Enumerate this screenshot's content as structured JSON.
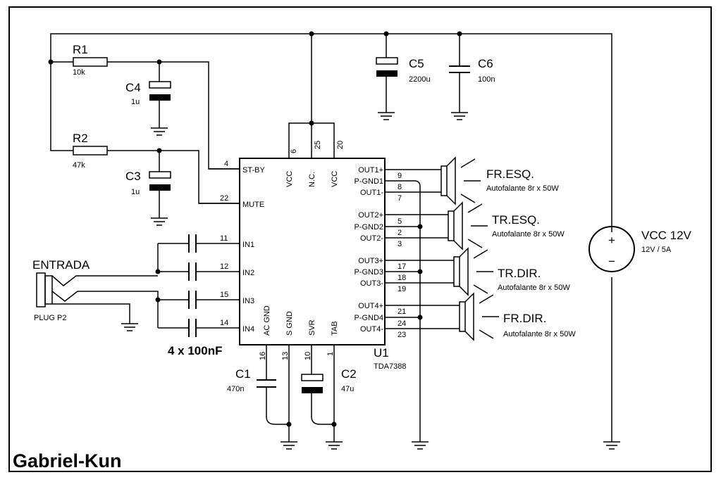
{
  "author": "Gabriel-Kun",
  "ic": {
    "ref": "U1",
    "part": "TDA7388"
  },
  "ic_left_pins": [
    {
      "num": "4",
      "label": "ST-BY"
    },
    {
      "num": "22",
      "label": "MUTE"
    },
    {
      "num": "11",
      "label": "IN1"
    },
    {
      "num": "12",
      "label": "IN2"
    },
    {
      "num": "15",
      "label": "IN3"
    },
    {
      "num": "14",
      "label": "IN4"
    }
  ],
  "ic_top_pins": [
    {
      "num": "6",
      "label": "VCC"
    },
    {
      "num": "25",
      "label": "N.C."
    },
    {
      "num": "20",
      "label": "VCC"
    }
  ],
  "ic_bottom_pins": [
    {
      "num": "16",
      "label": "AC GND"
    },
    {
      "num": "13",
      "label": "S GND"
    },
    {
      "num": "10",
      "label": "SVR"
    },
    {
      "num": "1",
      "label": "TAB"
    }
  ],
  "ic_right_pins": [
    {
      "num": "9",
      "label": "OUT1+"
    },
    {
      "num": "8",
      "label": "P-GND1"
    },
    {
      "num": "7",
      "label": "OUT1-"
    },
    {
      "num": "5",
      "label": "OUT2+"
    },
    {
      "num": "2",
      "label": "P-GND2"
    },
    {
      "num": "3",
      "label": "OUT2-"
    },
    {
      "num": "17",
      "label": "OUT3+"
    },
    {
      "num": "18",
      "label": "P-GND3"
    },
    {
      "num": "19",
      "label": "OUT3-"
    },
    {
      "num": "21",
      "label": "OUT4+"
    },
    {
      "num": "24",
      "label": "P-GND4"
    },
    {
      "num": "23",
      "label": "OUT4-"
    }
  ],
  "resistors": [
    {
      "ref": "R1",
      "value": "10k"
    },
    {
      "ref": "R2",
      "value": "47k"
    }
  ],
  "capacitors": [
    {
      "ref": "C4",
      "value": "1u"
    },
    {
      "ref": "C3",
      "value": "1u"
    },
    {
      "ref": "C5",
      "value": "2200u"
    },
    {
      "ref": "C6",
      "value": "100n"
    },
    {
      "ref": "C1",
      "value": "470n"
    },
    {
      "ref": "C2",
      "value": "47u"
    }
  ],
  "input_caps_label": "4 x 100nF",
  "input": {
    "label": "ENTRADA",
    "connector": "PLUG P2"
  },
  "speakers": [
    {
      "name": "FR.ESQ.",
      "desc": "Autofalante 8r x 50W"
    },
    {
      "name": "TR.ESQ.",
      "desc": "Autofalante 8r x 50W"
    },
    {
      "name": "TR.DIR.",
      "desc": "Autofalante 8r x 50W"
    },
    {
      "name": "FR.DIR.",
      "desc": "Autofalante 8r x 50W"
    }
  ],
  "supply": {
    "name": "VCC 12V",
    "rating": "12V / 5A",
    "plus": "+",
    "minus": "−"
  }
}
